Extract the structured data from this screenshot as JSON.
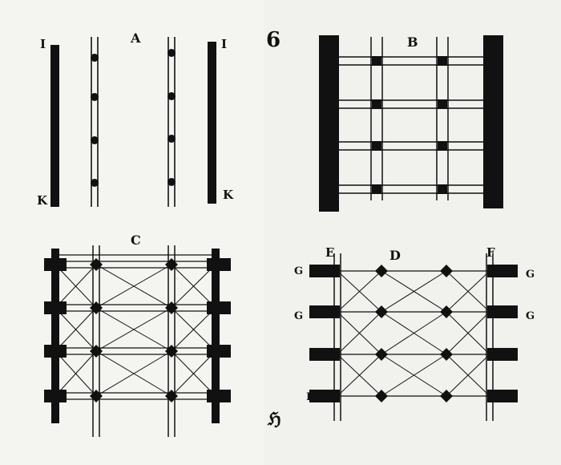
{
  "plate": {
    "number": "6",
    "signature": "ℌ",
    "ink": "#111111",
    "paper": "#f4f4f1"
  },
  "figures": [
    {
      "id": "A",
      "label": "A",
      "points": {
        "top_left": "I",
        "top_right": "I",
        "bottom_left": "K",
        "bottom_right": "K"
      }
    },
    {
      "id": "B",
      "label": "B"
    },
    {
      "id": "C",
      "label": "C"
    },
    {
      "id": "D",
      "label": "D",
      "points": {
        "top_left": "E",
        "top_right": "F",
        "left_1": "G",
        "left_2": "G",
        "left_4": "K",
        "right_1": "G",
        "right_2": "G"
      }
    }
  ]
}
